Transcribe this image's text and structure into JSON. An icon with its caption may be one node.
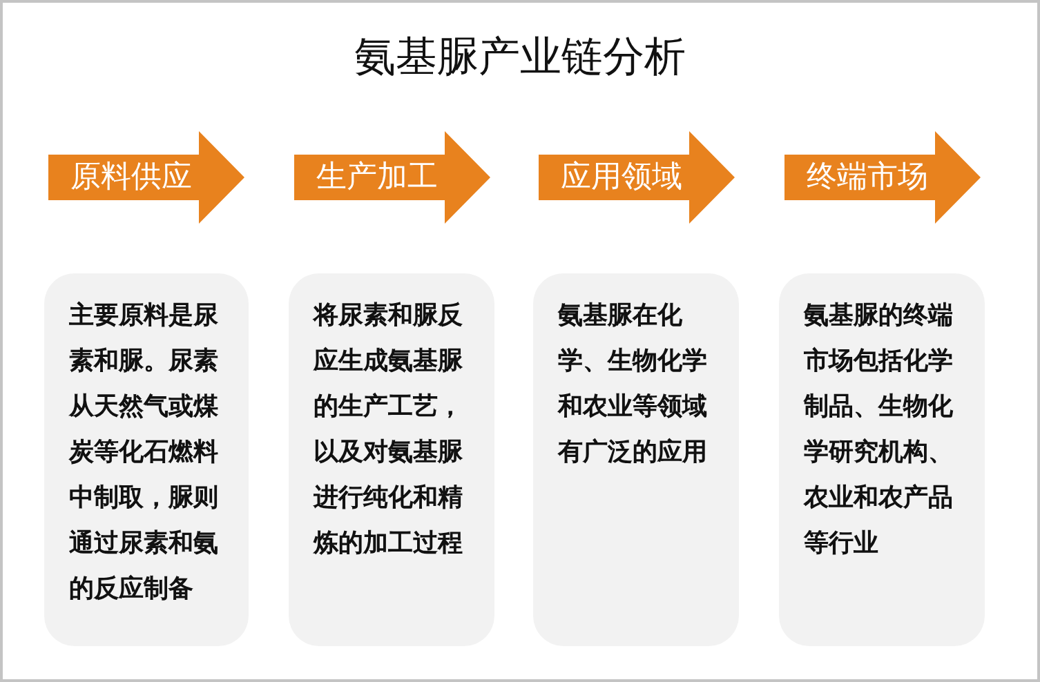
{
  "diagram": {
    "title": "氨基脲产业链分析",
    "nodes": [
      {
        "text": [
          "原料供应"
        ]
      },
      {
        "text": [
          "生产加工"
        ]
      },
      {
        "text": [
          "应用领域"
        ]
      },
      {
        "text": [
          "终端市场"
        ]
      },
      {
        "text": [
          "主要原料是尿素和脲。尿素从天然气或煤炭等化石燃料中制取，脲则通过尿素和氨的反应制备"
        ]
      },
      {
        "text": [
          "将尿素和脲反应生成氨基脲的生产工艺，以及对氨基脲进行纯化和精炼的加工过程"
        ]
      },
      {
        "text": [
          "氨基脲在化学、生物化学和农业等领域有广泛的应用"
        ]
      },
      {
        "text": [
          "氨基脲的终端市场包括化学制品、生物化学研究机构、农业和农产品等行业"
        ]
      }
    ]
  }
}
